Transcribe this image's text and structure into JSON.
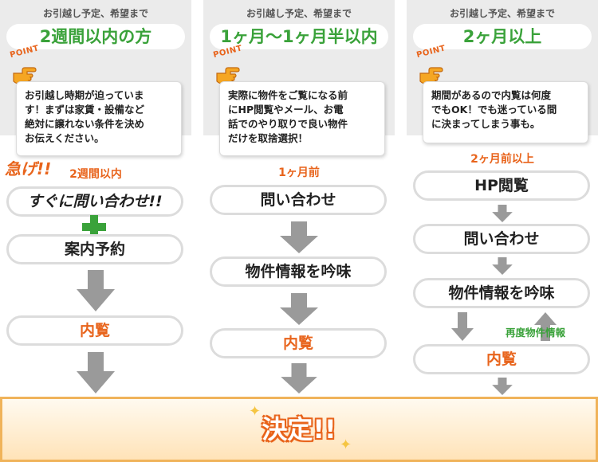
{
  "colors": {
    "green": "#3aa23a",
    "orange": "#e8641c",
    "gray_arrow": "#9a9a9a",
    "pill_border": "#dcdcdc",
    "panel": "#ebebeb"
  },
  "columns": [
    {
      "subtitle": "お引越し予定、希望まで",
      "title": "2週間以内の方",
      "point_label": "POINT",
      "bubble_lines": [
        "お引越し時期が迫っていま",
        "す！まずは家賃・設備など",
        "絶対に譲れない条件を決め",
        "お伝えください。"
      ],
      "urgent_label": "急げ!!",
      "time_label": "2週間以内",
      "steps": [
        "すぐに問い合わせ!!",
        "案内予約",
        "内覧"
      ]
    },
    {
      "subtitle": "お引越し予定、希望まで",
      "title": "1ヶ月〜1ヶ月半以内",
      "point_label": "POINT",
      "bubble_lines": [
        "実際に物件をご覧になる前",
        "にHP閲覧やメール、お電",
        "話でのやり取りで良い物件",
        "だけを取捨選択！"
      ],
      "time_label": "1ヶ月前",
      "steps": [
        "問い合わせ",
        "物件情報を吟味",
        "内覧"
      ]
    },
    {
      "subtitle": "お引越し予定、希望まで",
      "title": "2ヶ月以上",
      "point_label": "POINT",
      "bubble_lines": [
        "期間があるので内覧は何度",
        "でもOK！でも迷っている間",
        "に決まってしまう事も。"
      ],
      "time_label": "2ヶ月前以上",
      "steps": [
        "HP閲覧",
        "問い合わせ",
        "物件情報を吟味",
        "内覧"
      ],
      "loop_label": "再度物件情報"
    }
  ],
  "final": {
    "label": "決定!!"
  }
}
